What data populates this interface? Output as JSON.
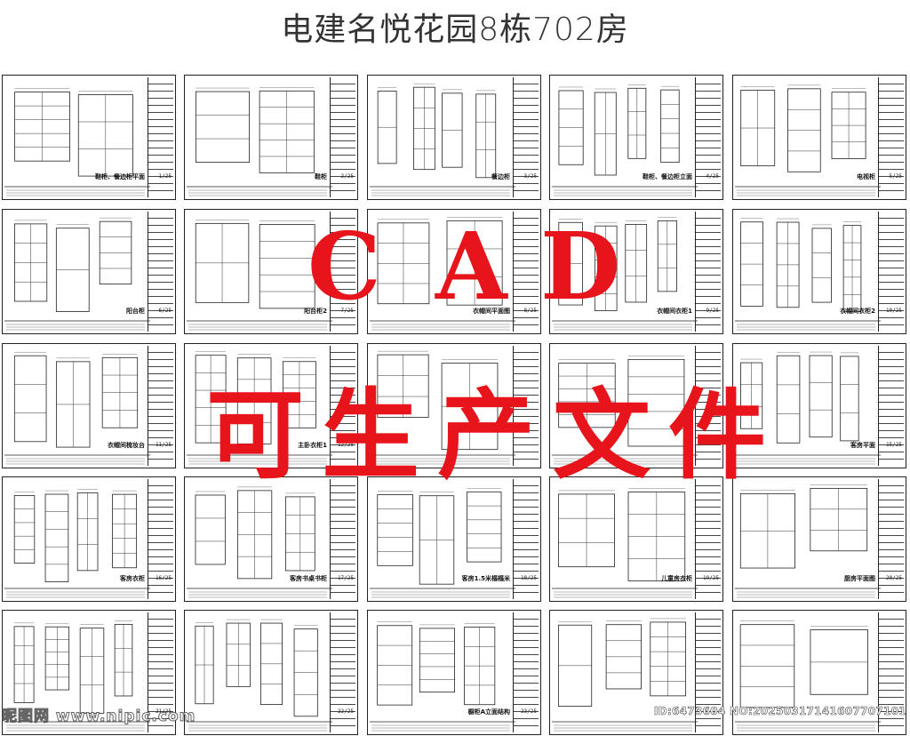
{
  "title": "电建名悦花园8栋702房",
  "overlay_cad": [
    "C",
    "A",
    "D"
  ],
  "overlay_produce": "可生产文件",
  "watermark_left": "昵图网 www.nipic.com",
  "watermark_right": "ID:6473604 NO:20250317141607707101",
  "sheets": [
    {
      "label": "鞋柜、餐边柜平面",
      "num": "1/25"
    },
    {
      "label": "鞋柜",
      "num": "2/25"
    },
    {
      "label": "餐边柜",
      "num": "3/25"
    },
    {
      "label": "鞋柜、餐边柜立面",
      "num": "4/25"
    },
    {
      "label": "电视柜",
      "num": "5/25"
    },
    {
      "label": "阳台柜",
      "num": "6/25"
    },
    {
      "label": "阳台柜2",
      "num": "7/25"
    },
    {
      "label": "衣帽间平面图",
      "num": "8/25"
    },
    {
      "label": "衣帽间衣柜1",
      "num": "9/25"
    },
    {
      "label": "衣帽间衣柜2",
      "num": "10/25"
    },
    {
      "label": "衣帽间梳妆台",
      "num": "11/25"
    },
    {
      "label": "主卧衣柜1",
      "num": "12/25"
    },
    {
      "label": "",
      "num": ""
    },
    {
      "label": "",
      "num": ""
    },
    {
      "label": "客房平面",
      "num": "15/25"
    },
    {
      "label": "客房衣柜",
      "num": "16/25"
    },
    {
      "label": "客房书桌书柜",
      "num": "17/25"
    },
    {
      "label": "客房1.5米榻榻米",
      "num": "18/25"
    },
    {
      "label": "儿童房衣柜",
      "num": "19/25"
    },
    {
      "label": "厨房平面图",
      "num": "20/25"
    },
    {
      "label": "",
      "num": "21/25"
    },
    {
      "label": "",
      "num": "22/25"
    },
    {
      "label": "橱柜A立面结构",
      "num": "23/25"
    },
    {
      "label": "",
      "num": ""
    },
    {
      "label": "",
      "num": ""
    }
  ]
}
